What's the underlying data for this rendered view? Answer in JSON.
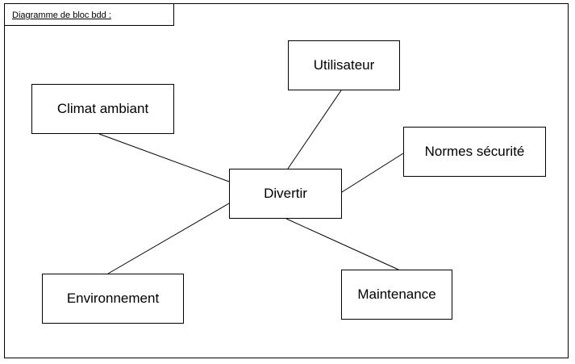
{
  "diagram": {
    "title": "Diagramme de bloc bdd :",
    "center": "Divertir",
    "blocks": {
      "utilisateur": "Utilisateur",
      "climat": "Climat ambiant",
      "normes": "Normes sécurité",
      "environnement": "Environnement",
      "maintenance": "Maintenance"
    },
    "links": [
      {
        "from": "Divertir",
        "to": "Utilisateur"
      },
      {
        "from": "Divertir",
        "to": "Climat ambiant"
      },
      {
        "from": "Divertir",
        "to": "Normes sécurité"
      },
      {
        "from": "Divertir",
        "to": "Environnement"
      },
      {
        "from": "Divertir",
        "to": "Maintenance"
      }
    ]
  }
}
